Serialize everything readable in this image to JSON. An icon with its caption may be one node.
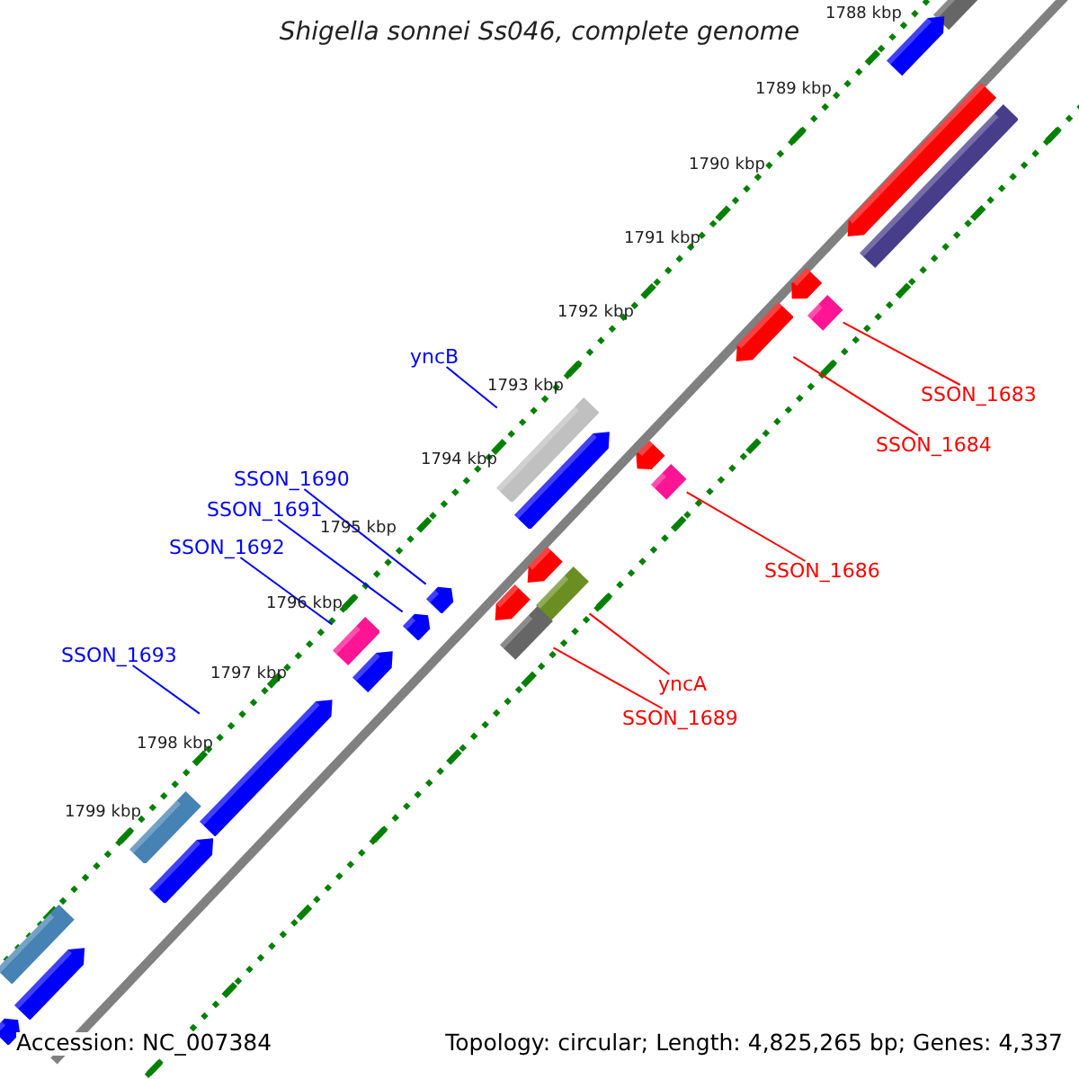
{
  "diagram": {
    "title": "Shigella sonnei Ss046, complete genome",
    "nodes": [
      {
        "text": [
          "yncB"
        ]
      },
      {
        "text": [
          "SSON_1690"
        ]
      },
      {
        "text": [
          "SSON_1691"
        ]
      },
      {
        "text": [
          "SSON_1692"
        ]
      },
      {
        "text": [
          "SSON_1693"
        ]
      },
      {
        "text": [
          "SSON_1683"
        ]
      },
      {
        "text": [
          "SSON_1684"
        ]
      },
      {
        "text": [
          "SSON_1686"
        ]
      },
      {
        "text": [
          "yncA"
        ]
      },
      {
        "text": [
          "SSON_1689"
        ]
      },
      {
        "text": [],
        "shape": "bar"
      },
      {
        "text": [],
        "shape": "pentagon"
      },
      {
        "text": [],
        "shape": "pentagon"
      },
      {
        "text": [],
        "shape": "bar"
      },
      {
        "text": [],
        "shape": "pentagon"
      },
      {
        "text": [],
        "shape": "bar"
      },
      {
        "text": [],
        "shape": "pentagon"
      },
      {
        "text": [],
        "shape": "bar"
      },
      {
        "text": [],
        "shape": "bar"
      },
      {
        "text": [],
        "shape": "bar"
      },
      {
        "text": [],
        "shape": "bar"
      },
      {
        "text": [],
        "shape": "pentagon"
      },
      {
        "text": [],
        "shape": "pentagon"
      },
      {
        "text": [],
        "shape": "bar"
      },
      {
        "text": [],
        "shape": "pentagon"
      },
      {
        "text": [],
        "shape": "pentagon"
      },
      {
        "text": [],
        "shape": "pentagon"
      },
      {
        "text": [],
        "shape": "pentagon"
      },
      {
        "text": [],
        "shape": "pentagon"
      },
      {
        "text": [],
        "shape": "pentagon"
      },
      {
        "text": [],
        "shape": "bar"
      },
      {
        "text": [],
        "shape": "pentagon"
      },
      {
        "text": [],
        "shape": "bar"
      },
      {
        "text": [],
        "shape": "pentagon"
      },
      {
        "text": [],
        "shape": "pentagon"
      }
    ],
    "edges": [
      {
        "from": 0,
        "to": 10,
        "arrow": "none",
        "color": "#0000ff"
      },
      {
        "from": 1,
        "to": 11,
        "arrow": "none",
        "color": "#0000ff"
      },
      {
        "from": 2,
        "to": 12,
        "arrow": "none",
        "color": "#0000ff"
      },
      {
        "from": 3,
        "to": 13,
        "arrow": "none",
        "color": "#0000ff"
      },
      {
        "from": 4,
        "to": 14,
        "arrow": "none",
        "color": "#0000ff"
      },
      {
        "from": 5,
        "to": 15,
        "arrow": "none",
        "color": "#ff0000"
      },
      {
        "from": 6,
        "to": 16,
        "arrow": "none",
        "color": "#ff0000"
      },
      {
        "from": 7,
        "to": 17,
        "arrow": "none",
        "color": "#ff0000"
      },
      {
        "from": 8,
        "to": 18,
        "arrow": "none",
        "color": "#ff0000"
      },
      {
        "from": 9,
        "to": 19,
        "arrow": "none",
        "color": "#ff0000"
      }
    ],
    "labels": [
      "1788 kbp",
      "1789 kbp",
      "1790 kbp",
      "1791 kbp",
      "1792 kbp",
      "1793 kbp",
      "1794 kbp",
      "1795 kbp",
      "1796 kbp",
      "1797 kbp",
      "1798 kbp",
      "1799 kbp",
      "Accession: NC_007384",
      "Topology: circular; Length: 4,825,265 bp; Genes: 4,337"
    ]
  }
}
